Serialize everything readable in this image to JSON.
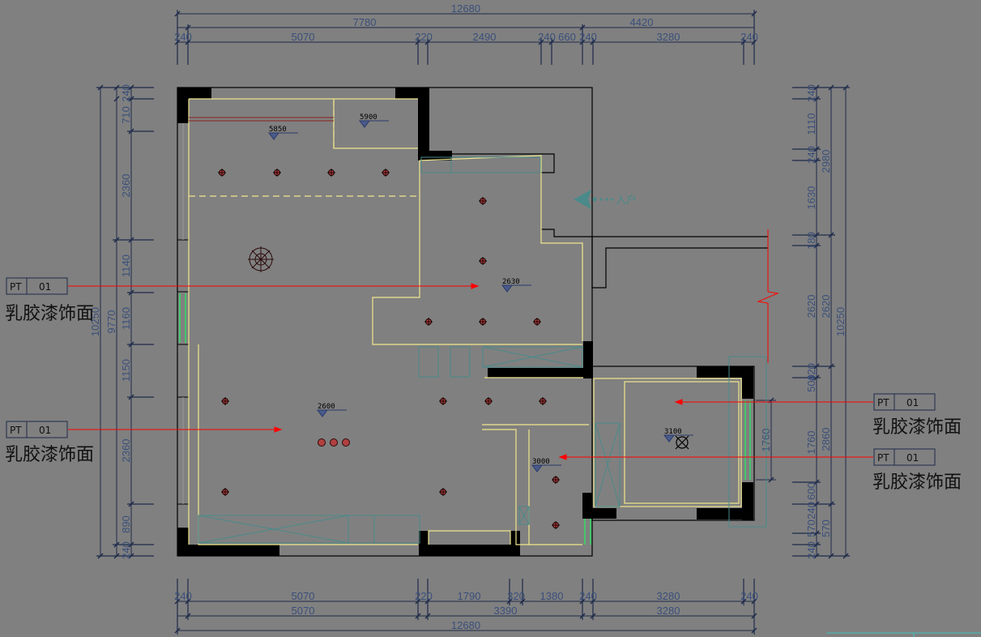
{
  "colors": {
    "background": "#808080",
    "dimension": "#1e2a4a",
    "dimension_text": "#3a4f7a",
    "wall": "#000000",
    "ceiling_line": "#f0e68c",
    "teal": "#4a8a8a",
    "leader": "#ff0000",
    "window_green": "#33dd66"
  },
  "dimensions": {
    "top": {
      "overall": "12680",
      "row2": [
        "7780",
        "4420"
      ],
      "row3": [
        "240",
        "5070",
        "220",
        "2490",
        "240",
        "660",
        "240",
        "3280",
        "240"
      ]
    },
    "bottom": {
      "row1": [
        "240",
        "5070",
        "220",
        "1790",
        "320",
        "1380",
        "240",
        "3280",
        "240"
      ],
      "row2": [
        "5070",
        "3390",
        "3280"
      ],
      "overall": "12680"
    },
    "left": {
      "segments": [
        "240",
        "710",
        "2360",
        "1140",
        "1160",
        "1150",
        "2360",
        "890",
        "240"
      ],
      "mid": "9770",
      "overall": "10250"
    },
    "right": {
      "segments": [
        "240",
        "1110",
        "240",
        "1630",
        "180",
        "2620",
        "500",
        "420",
        "1760",
        "600",
        "240",
        "570",
        "240"
      ],
      "mid": [
        "2980",
        "2620",
        "2860",
        "570"
      ],
      "overall": "10250"
    },
    "inner": "1760"
  },
  "ceiling_heights": [
    "5850",
    "5900",
    "2630",
    "2600",
    "3100",
    "3000"
  ],
  "entrance": "入户",
  "tags": [
    {
      "code": "PT",
      "num": "01",
      "finish": "乳胶漆饰面"
    },
    {
      "code": "PT",
      "num": "01",
      "finish": "乳胶漆饰面"
    },
    {
      "code": "PT",
      "num": "01",
      "finish": "乳胶漆饰面"
    },
    {
      "code": "PT",
      "num": "01",
      "finish": "乳胶漆饰面"
    }
  ]
}
